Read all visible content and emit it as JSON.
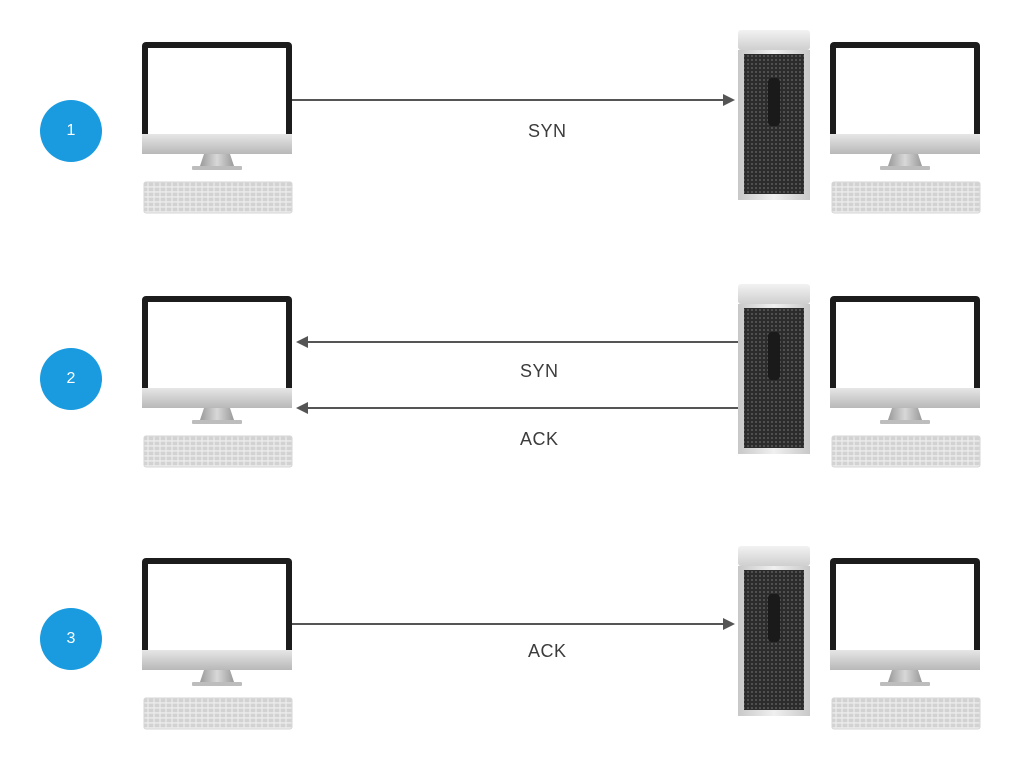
{
  "steps": [
    {
      "number": "1",
      "direction": "to-server",
      "messages": [
        "SYN"
      ]
    },
    {
      "number": "2",
      "direction": "to-client",
      "messages": [
        "SYN",
        "ACK"
      ]
    },
    {
      "number": "3",
      "direction": "to-server",
      "messages": [
        "ACK"
      ]
    }
  ],
  "colors": {
    "badge": "#1a9be0",
    "arrow": "#555555",
    "label": "#3c3c3c",
    "screen_bezel": "#1c1c1c",
    "chin": "#c9c9c9",
    "tower_body": "#3a3a3a"
  },
  "icons": {
    "client": "imac-desktop-icon",
    "keyboard": "keyboard-icon",
    "server": "tower-server-icon"
  }
}
